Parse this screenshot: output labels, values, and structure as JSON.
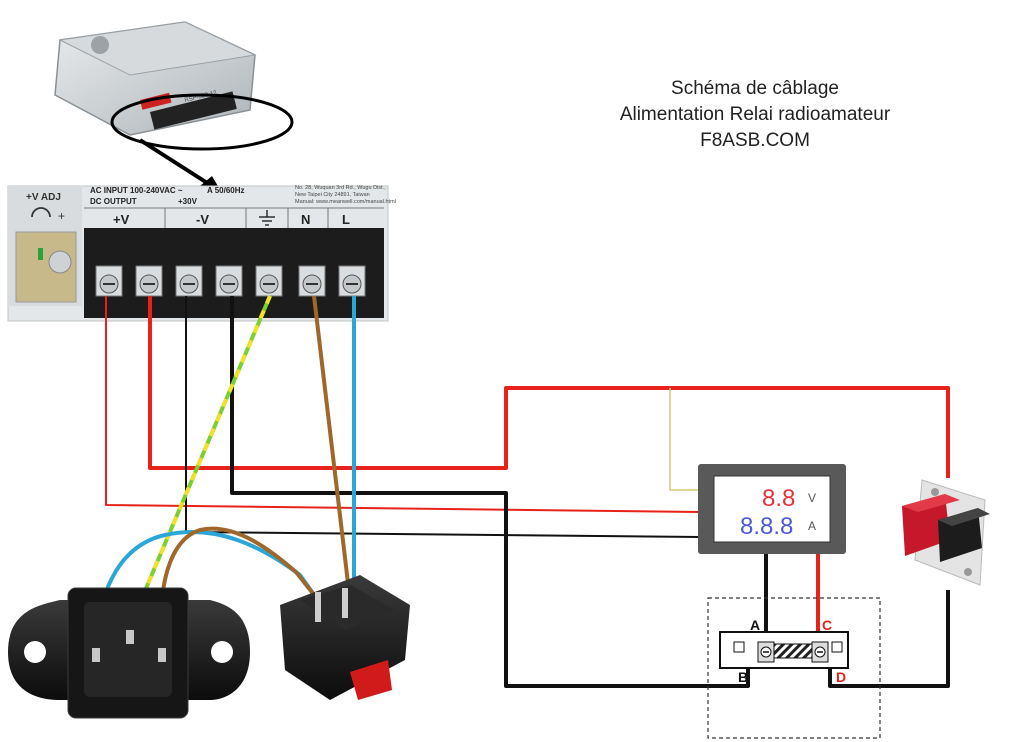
{
  "title": {
    "line1": "Schéma de câblage",
    "line2": "Alimentation Relai radioamateur",
    "line3": "F8ASB.COM"
  },
  "psu": {
    "label_adj": "+V ADJ",
    "label_ac": "AC INPUT  100-240VAC ~",
    "label_ac_tail": "A  50/60Hz",
    "label_dc": "DC OUTPUT",
    "label_dc_value": "+30V",
    "address_1": "No. 28, Wuquan 3rd Rd., Wugu Dist.,",
    "address_2": "New Taipei City 24891, Taiwan",
    "address_3": "Manual: www.meanwell.com/manual.html",
    "term_plus": "+V",
    "term_minus": "-V",
    "term_n": "N",
    "term_l": "L",
    "model": "RSP-300-12"
  },
  "meter": {
    "voltage_reading": "8.8",
    "voltage_unit": "V",
    "current_reading": "8.8.8",
    "current_unit": "A"
  },
  "shunt": {
    "label_a": "A",
    "label_b": "B",
    "label_c": "C",
    "label_d": "D"
  },
  "colors": {
    "positive": "#e8221b",
    "negative": "#111111",
    "neutral_brown": "#a0672a",
    "live_blue": "#2aa7d6",
    "earth_green": "#7ccf2e",
    "earth_yellow": "#f2e227",
    "signal_yellow": "#d8d28a",
    "meter_voltage": "#e8303a",
    "meter_current": "#4a5ad8"
  }
}
